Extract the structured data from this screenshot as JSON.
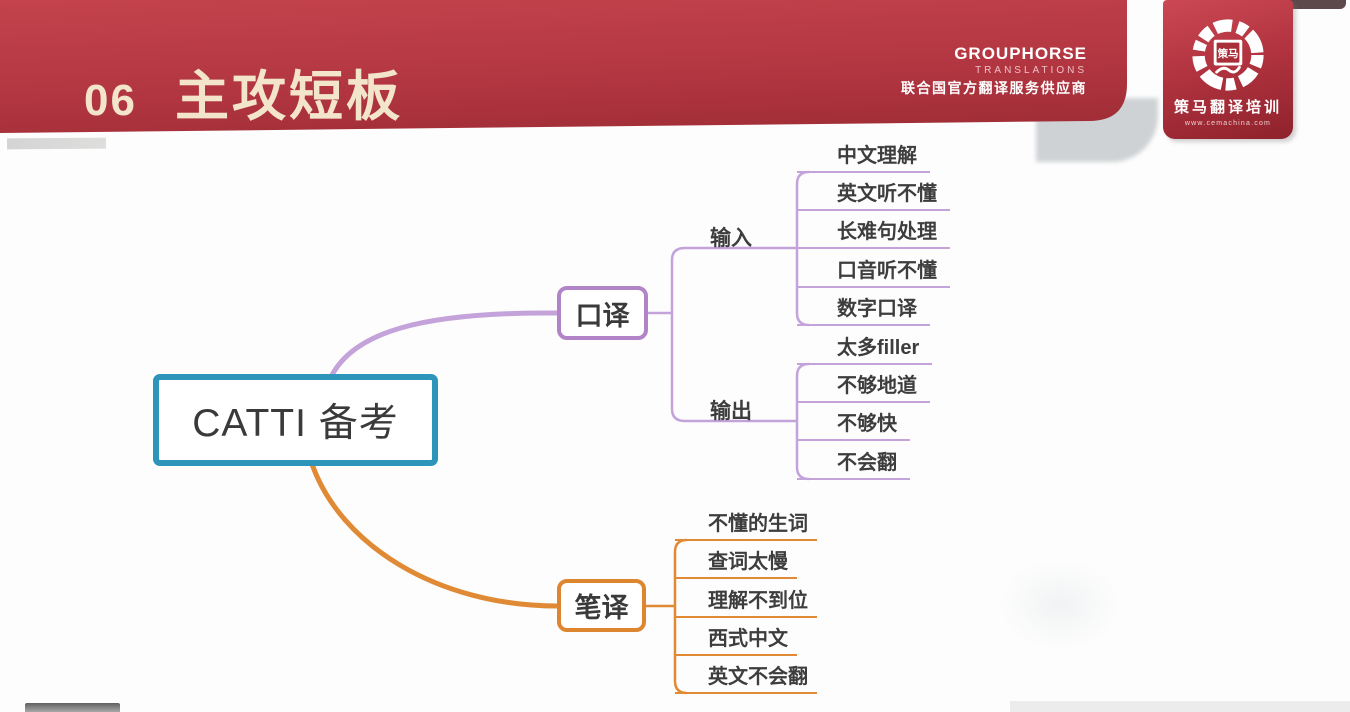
{
  "header": {
    "slide_number": "06",
    "title": "主攻短板",
    "brand": {
      "name": "GROUPHORSE",
      "subtitle": "TRANSLATIONS",
      "tagline": "联合国官方翻译服务供应商"
    },
    "badge": {
      "seal_text": "策马",
      "name": "策马翻译培训",
      "url": "www.cemachina.com"
    }
  },
  "mindmap": {
    "root_label": "CATTI 备考",
    "branches": [
      {
        "label": "口译",
        "color": "#b184c8",
        "groups": [
          {
            "label": "输入",
            "children": [
              "中文理解",
              "英文听不懂",
              "长难句处理",
              "口音听不懂",
              "数字口译"
            ]
          },
          {
            "label": "输出",
            "children": [
              "太多filler",
              "不够地道",
              "不够快",
              "不会翻"
            ]
          }
        ]
      },
      {
        "label": "笔译",
        "color": "#de862f",
        "children": [
          "不懂的生词",
          "查词太慢",
          "理解不到位",
          "西式中文",
          "英文不会翻"
        ]
      }
    ]
  },
  "colors": {
    "banner_red": "#b23641",
    "root_teal": "#2c95b9",
    "interpreting_purple": "#b184c8",
    "translation_orange": "#de862f",
    "title_cream": "#f3e5cb"
  }
}
